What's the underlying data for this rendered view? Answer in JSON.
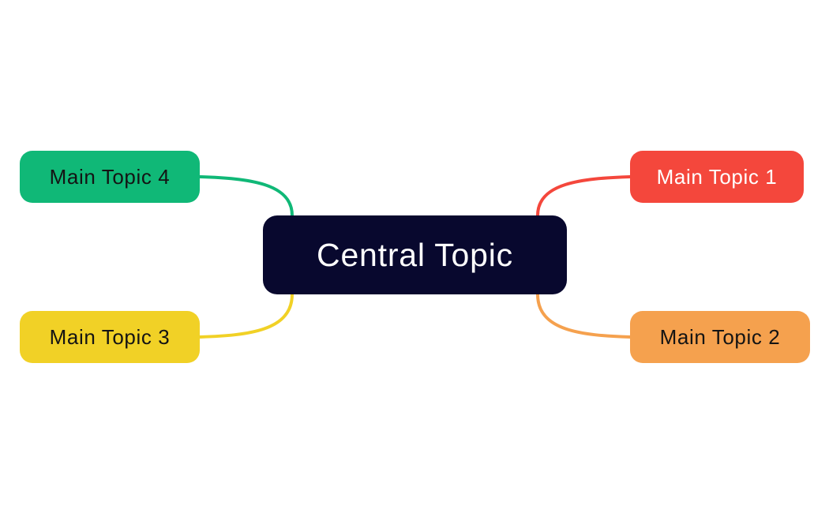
{
  "canvas": {
    "background_color": "#ffffff"
  },
  "central_topic": {
    "label": "Central Topic",
    "fill_color": "#08082e",
    "text_color": "#ffffff"
  },
  "main_topics": [
    {
      "label": "Main Topic 1",
      "fill_color": "#f4473c",
      "text_color": "#ffffff",
      "position": "top-right"
    },
    {
      "label": "Main Topic 2",
      "fill_color": "#f5a14e",
      "text_color": "#141414",
      "position": "bottom-right"
    },
    {
      "label": "Main Topic 3",
      "fill_color": "#f1d126",
      "text_color": "#141414",
      "position": "bottom-left"
    },
    {
      "label": "Main Topic 4",
      "fill_color": "#10b877",
      "text_color": "#141414",
      "position": "top-left"
    }
  ],
  "connectors": [
    {
      "from": "Central Topic",
      "to": "Main Topic 1"
    },
    {
      "from": "Central Topic",
      "to": "Main Topic 2"
    },
    {
      "from": "Central Topic",
      "to": "Main Topic 3"
    },
    {
      "from": "Central Topic",
      "to": "Main Topic 4"
    }
  ]
}
